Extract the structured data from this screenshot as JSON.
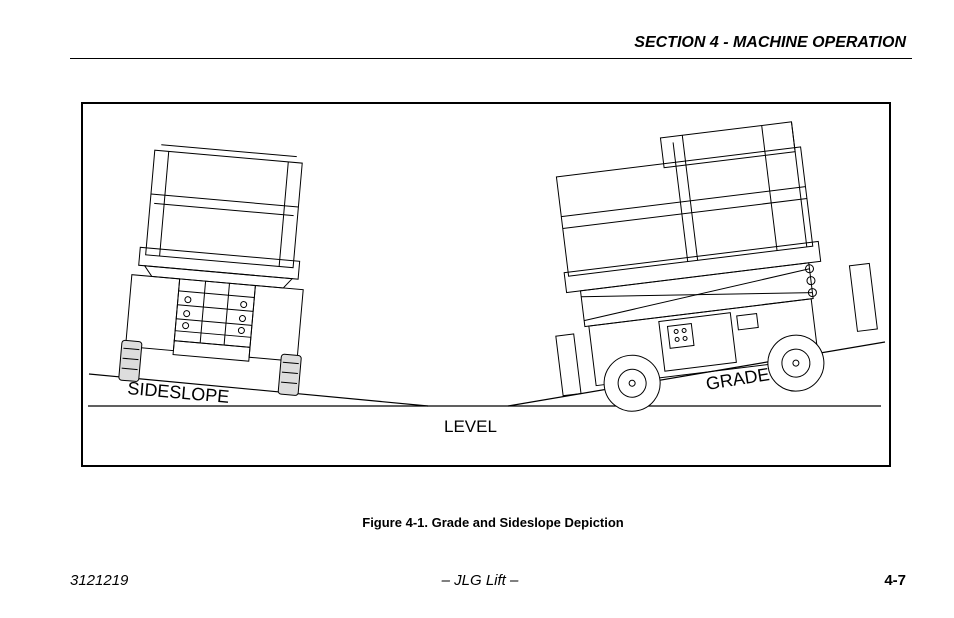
{
  "header": {
    "section_title": "SECTION 4 - MACHINE OPERATION"
  },
  "figure": {
    "labels": {
      "sideslope": "SIDESLOPE",
      "level": "LEVEL",
      "grade": "GRADE"
    },
    "caption": "Figure 4-1. Grade and Sideslope Depiction"
  },
  "footer": {
    "doc_number": "3121219",
    "center": "– JLG Lift –",
    "page": "4-7"
  }
}
